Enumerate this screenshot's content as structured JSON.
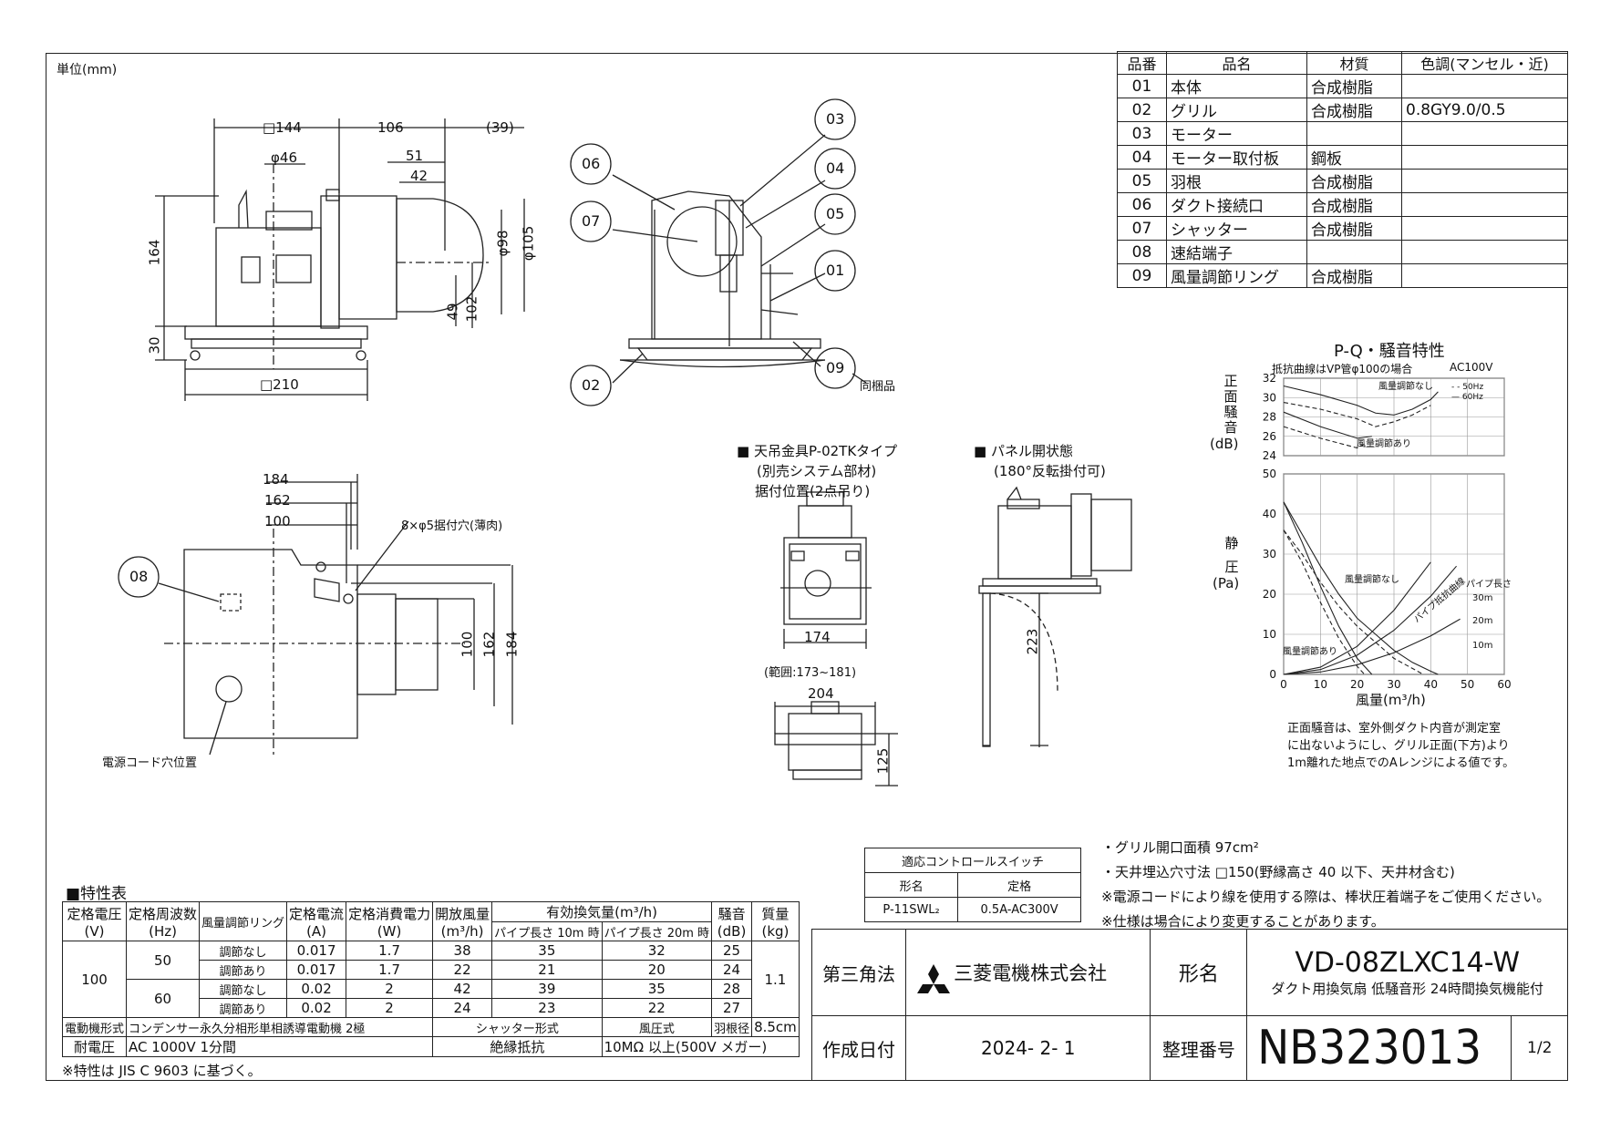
{
  "unit_label": "単位(mm)",
  "parts_table": {
    "headers": [
      "品番",
      "品名",
      "材質",
      "色調(マンセル・近)"
    ],
    "rows": [
      [
        "01",
        "本体",
        "合成樹脂",
        ""
      ],
      [
        "02",
        "グリル",
        "合成樹脂",
        "0.8GY9.0/0.5"
      ],
      [
        "03",
        "モーター",
        "",
        ""
      ],
      [
        "04",
        "モーター取付板",
        "鋼板",
        ""
      ],
      [
        "05",
        "羽根",
        "合成樹脂",
        ""
      ],
      [
        "06",
        "ダクト接続口",
        "合成樹脂",
        ""
      ],
      [
        "07",
        "シャッター",
        "合成樹脂",
        ""
      ],
      [
        "08",
        "速結端子",
        "",
        ""
      ],
      [
        "09",
        "風量調節リング",
        "合成樹脂",
        ""
      ]
    ]
  },
  "front_view": {
    "dims": {
      "w144": "□144",
      "d106": "106",
      "d39": "(39)",
      "phi46": "φ46",
      "d51": "51",
      "d42": "42",
      "h164": "164",
      "h30": "30",
      "phi98": "φ98",
      "phi105": "φ105",
      "h49": "49",
      "h102": "102",
      "w210": "□210"
    }
  },
  "exploded_view": {
    "callouts": [
      "06",
      "07",
      "03",
      "04",
      "05",
      "01",
      "02",
      "09"
    ],
    "note_09": "同梱品"
  },
  "top_view": {
    "dims": {
      "d184": "184",
      "d162": "162",
      "d100": "100",
      "v100": "100",
      "v162": "162",
      "v184": "184"
    },
    "hole_label": "8×φ5据付穴(薄肉)",
    "callout": "08",
    "cord_label": "電源コード穴位置"
  },
  "hanger_view": {
    "title1": "■ 天吊金具P-02TKタイプ",
    "title2": "(別売システム部材)",
    "title3": "据付位置(2点吊り)",
    "dim174": "174",
    "range": "(範囲:173~181)",
    "dim204": "204",
    "dim125": "125"
  },
  "panel_view": {
    "title1": "■ パネル開状態",
    "title2": "(180°反転掛付可)",
    "dim223": "223"
  },
  "chart_data": {
    "type": "line",
    "title": "P-Q・騒音特性",
    "note_top": "抵抗曲線はVP管φ100の場合",
    "voltage": "AC100V",
    "noise": {
      "ylabel": "正面騒音(dB)",
      "ylabel_chars": [
        "正",
        "面",
        "騒",
        "音"
      ],
      "ylabel_unit": "(dB)",
      "yticks": [
        "32",
        "30",
        "28",
        "26",
        "24"
      ],
      "ylim": [
        24,
        32
      ],
      "legend": [
        "50Hz",
        "60Hz"
      ],
      "label_no_adjust": "風量調節なし",
      "label_adjust": "風量調節あり",
      "series": [
        {
          "name": "50Hz",
          "x": [
            0,
            10,
            20,
            25,
            30,
            35,
            40
          ],
          "y": [
            29.5,
            28.8,
            27.8,
            27.0,
            27.5,
            28.2,
            29.2
          ]
        },
        {
          "name": "60Hz",
          "x": [
            0,
            10,
            20,
            25,
            30,
            35,
            40,
            42
          ],
          "y": [
            31.2,
            30.3,
            29.2,
            28.4,
            28.2,
            28.8,
            29.8,
            30.6
          ]
        },
        {
          "name": "50Hz",
          "x": [
            0,
            10,
            20,
            22
          ],
          "y": [
            27.0,
            25.8,
            24.8,
            25.2
          ]
        },
        {
          "name": "60Hz",
          "x": [
            0,
            10,
            20,
            24
          ],
          "y": [
            28.5,
            27.0,
            25.8,
            26.0
          ]
        }
      ]
    },
    "pq": {
      "ylabel_chars": [
        "静",
        "圧"
      ],
      "ylabel_unit": "(Pa)",
      "xlabel": "風量(m³/h)",
      "xticks": [
        "0",
        "10",
        "20",
        "30",
        "40",
        "50",
        "60"
      ],
      "yticks": [
        "0",
        "10",
        "20",
        "30",
        "40",
        "50"
      ],
      "xlim": [
        0,
        60
      ],
      "ylim": [
        0,
        50
      ],
      "label_no_adjust": "風量調節なし",
      "label_adjust": "風量調節あり",
      "label_pipe": "パイプ長さ",
      "label_resist": "パイプ抵抗曲線",
      "pipe_labels": [
        "30m",
        "20m",
        "10m"
      ],
      "series": [
        {
          "name": "50Hz",
          "x": [
            0,
            5,
            10,
            15,
            20,
            25,
            30,
            35,
            38
          ],
          "y": [
            36,
            30,
            23,
            17,
            12,
            8,
            4,
            1.5,
            0
          ]
        },
        {
          "name": "60Hz",
          "x": [
            0,
            5,
            10,
            15,
            20,
            25,
            30,
            35,
            40,
            42
          ],
          "y": [
            43,
            35,
            27,
            20,
            14,
            10,
            6,
            3,
            0.8,
            0
          ]
        },
        {
          "name": "50Hz",
          "x": [
            0,
            5,
            10,
            15,
            20,
            22
          ],
          "y": [
            36,
            28,
            18,
            9,
            2,
            0
          ]
        },
        {
          "name": "60Hz",
          "x": [
            0,
            5,
            10,
            15,
            20,
            24
          ],
          "y": [
            43,
            33,
            22,
            12,
            4,
            0
          ]
        },
        {
          "name": "30m",
          "x": [
            0,
            10,
            20,
            30,
            40
          ],
          "y": [
            0,
            1.8,
            7,
            16,
            28
          ]
        },
        {
          "name": "20m",
          "x": [
            0,
            10,
            20,
            30,
            40,
            47
          ],
          "y": [
            0,
            1.2,
            4.8,
            11,
            19.5,
            27
          ]
        },
        {
          "name": "10m",
          "x": [
            0,
            10,
            20,
            30,
            40,
            48
          ],
          "y": [
            0,
            0.6,
            2.4,
            5.4,
            9.6,
            13.8
          ]
        }
      ]
    },
    "footnote": [
      "正面騒音は、室外側ダクト内音が測定室",
      "に出ないようにし、グリル正面(下方)より",
      "1m離れた地点でのAレンジによる値です。"
    ]
  },
  "notes": [
    "・グリル開口面積  97cm²",
    "・天井埋込穴寸法  □150(野縁高さ 40 以下、天井材含む)",
    "※電源コードにより線を使用する際は、棒状圧着端子をご使用ください。",
    "※仕様は場合により変更することがあります。"
  ],
  "control_switch": {
    "title": "適応コントロールスイッチ",
    "col1": "形名",
    "col2": "定格",
    "model": "P-11SWL₂",
    "rating": "0.5A-AC300V"
  },
  "spec": {
    "title": "■特性表",
    "h_voltage": "定格電圧",
    "h_voltage_u": "(V)",
    "h_freq": "定格周波数",
    "h_freq_u": "(Hz)",
    "h_ring": "風量調節リング",
    "h_current": "定格電流",
    "h_current_u": "(A)",
    "h_power": "定格消費電力",
    "h_power_u": "(W)",
    "h_open": "開放風量",
    "h_open_u": "(m³/h)",
    "h_effective": "有効換気量(m³/h)",
    "h_pipe10": "パイプ長さ 10m 時",
    "h_pipe20": "パイプ長さ 20m 時",
    "h_noise": "騒音",
    "h_noise_u": "(dB)",
    "h_mass": "質量",
    "h_mass_u": "(kg)",
    "voltage": "100",
    "mass": "1.1",
    "rows": [
      {
        "freq": "50",
        "ring": "調節なし",
        "current": "0.017",
        "power": "1.7",
        "open": "38",
        "p10": "35",
        "p20": "32",
        "noise": "25"
      },
      {
        "freq": "",
        "ring": "調節あり",
        "current": "0.017",
        "power": "1.7",
        "open": "22",
        "p10": "21",
        "p20": "20",
        "noise": "24"
      },
      {
        "freq": "60",
        "ring": "調節なし",
        "current": "0.02",
        "power": "2",
        "open": "42",
        "p10": "39",
        "p20": "35",
        "noise": "28"
      },
      {
        "freq": "",
        "ring": "調節あり",
        "current": "0.02",
        "power": "2",
        "open": "24",
        "p10": "23",
        "p20": "22",
        "noise": "27"
      }
    ],
    "motor_label": "電動機形式",
    "motor_value": "コンデンサー永久分相形単相誘導電動機 2極",
    "shutter_label": "シャッター形式",
    "shutter_value": "風圧式",
    "blade_label": "羽根径",
    "blade_value": "8.5cm",
    "withstand_label": "耐電圧",
    "withstand_value": "AC 1000V 1分間",
    "insulation_label": "絶縁抵抗",
    "insulation_value": "10MΩ 以上(500V メガー)",
    "footnote": "※特性は JIS C 9603 に基づく。"
  },
  "title_block": {
    "projection": "第三角法",
    "company": "三菱電機株式会社",
    "model_label": "形名",
    "model": "VD-08ZLXC14-W",
    "description": "ダクト用換気扇 低騒音形 24時間換気機能付",
    "date_label": "作成日付",
    "date": "2024- 2- 1",
    "number_label": "整理番号",
    "number": "NB323013",
    "page": "1/2"
  }
}
